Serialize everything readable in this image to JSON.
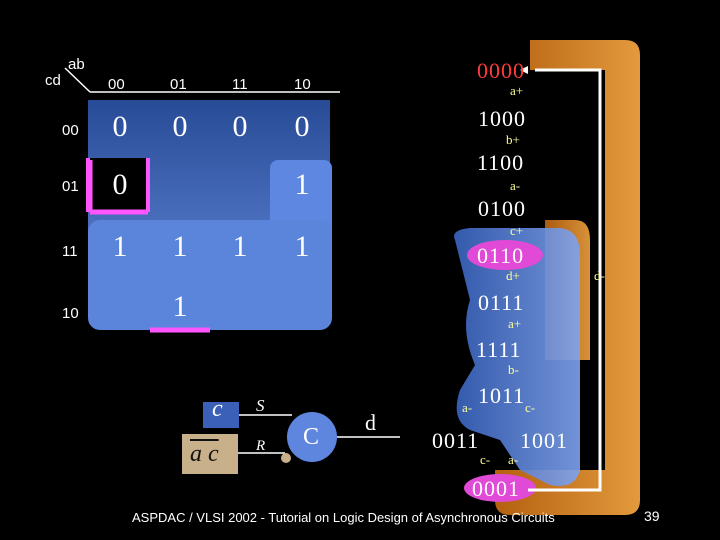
{
  "kmap": {
    "corner_left": "cd",
    "corner_right": "ab",
    "col_headers": [
      "00",
      "01",
      "11",
      "10"
    ],
    "row_headers": [
      "00",
      "01",
      "11",
      "10"
    ],
    "cells": [
      [
        "0",
        "0",
        "0",
        "0"
      ],
      [
        "0",
        "",
        "",
        "1"
      ],
      [
        "1",
        "1",
        "1",
        "1"
      ],
      [
        "",
        "1",
        "",
        ""
      ]
    ]
  },
  "circuit": {
    "s_label": "S",
    "r_label": "R",
    "c_gate_label": "C",
    "output_label": "d",
    "input_c_label": "c",
    "input_ac_label": "a c"
  },
  "sequence": {
    "states": [
      "0000",
      "1000",
      "1100",
      "0100",
      "0110",
      "0111",
      "1111",
      "1011",
      "0011",
      "1001",
      "0001"
    ],
    "transitions": [
      "a+",
      "b+",
      "a-",
      "c+",
      "d+",
      "a+",
      "b-",
      "a-",
      "c-",
      "c-",
      "a-",
      "d-"
    ]
  },
  "footer": {
    "text": "ASPDAC / VLSI 2002 - Tutorial on Logic Design of Asynchronous Circuits",
    "page": "39"
  }
}
